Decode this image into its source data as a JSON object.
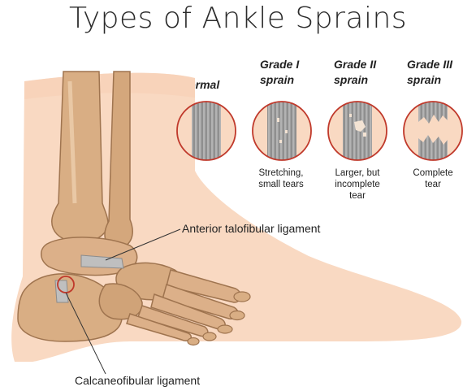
{
  "title": "Types of Ankle Sprains",
  "grades": [
    {
      "heading_line1": "Normal",
      "heading_line2": "",
      "description_line1": "",
      "description_line2": "",
      "description_line3": ""
    },
    {
      "heading_line1": "Grade I",
      "heading_line2": "sprain",
      "description_line1": "Stretching,",
      "description_line2": "small tears",
      "description_line3": ""
    },
    {
      "heading_line1": "Grade II",
      "heading_line2": "sprain",
      "description_line1": "Larger, but",
      "description_line2": "incomplete",
      "description_line3": "tear"
    },
    {
      "heading_line1": "Grade III",
      "heading_line2": "sprain",
      "description_line1": "Complete",
      "description_line2": "tear",
      "description_line3": ""
    }
  ],
  "labels": {
    "anterior": "Anterior talofibular ligament",
    "calcaneofibular": "Calcaneofibular ligament"
  },
  "colors": {
    "skin": "#f9d9c2",
    "bone": "#d9ae84",
    "bone_shadow": "#a87b55",
    "ligament": "#a9a9a9",
    "circle_border": "#c0392b"
  }
}
